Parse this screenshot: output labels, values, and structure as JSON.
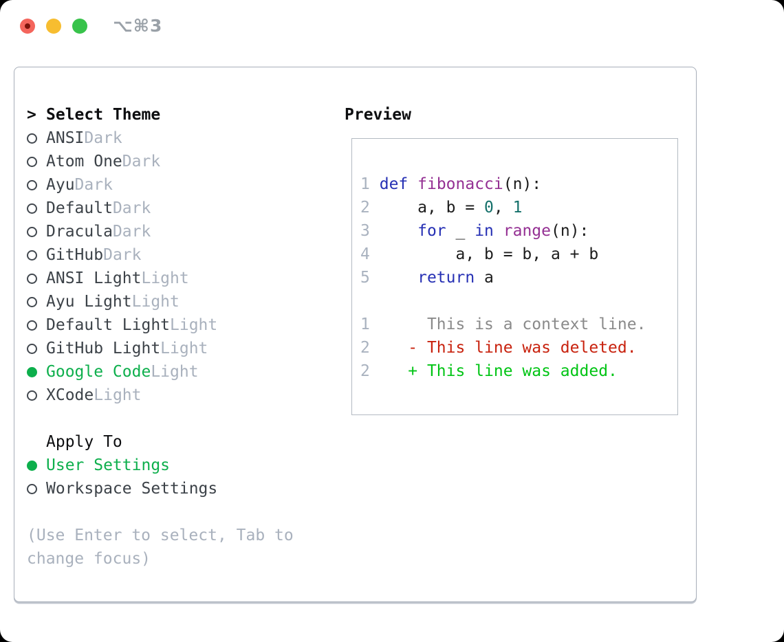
{
  "window": {
    "title": "⌥⌘3"
  },
  "theme_panel": {
    "header": {
      "prompt": ">",
      "label": "Select Theme"
    },
    "themes": [
      {
        "name": "ANSI",
        "variant": "Dark",
        "selected": false
      },
      {
        "name": "Atom One",
        "variant": "Dark",
        "selected": false
      },
      {
        "name": "Ayu",
        "variant": "Dark",
        "selected": false
      },
      {
        "name": "Default",
        "variant": "Dark",
        "selected": false
      },
      {
        "name": "Dracula",
        "variant": "Dark",
        "selected": false
      },
      {
        "name": "GitHub",
        "variant": "Dark",
        "selected": false
      },
      {
        "name": "ANSI Light",
        "variant": "Light",
        "selected": false
      },
      {
        "name": "Ayu Light",
        "variant": "Light",
        "selected": false
      },
      {
        "name": "Default Light",
        "variant": "Light",
        "selected": false
      },
      {
        "name": "GitHub Light",
        "variant": "Light",
        "selected": false
      },
      {
        "name": "Google Code",
        "variant": "Light",
        "selected": true
      },
      {
        "name": "XCode",
        "variant": "Light",
        "selected": false
      }
    ],
    "apply_to": {
      "label": "Apply To",
      "options": [
        {
          "label": "User Settings",
          "selected": true
        },
        {
          "label": "Workspace Settings",
          "selected": false
        }
      ]
    },
    "help_text": "(Use Enter to select, Tab to change focus)"
  },
  "preview": {
    "label": "Preview",
    "code_lines": [
      [
        [
          "ln",
          "1"
        ],
        [
          "pl",
          " "
        ],
        [
          "kw",
          "def"
        ],
        [
          "pl",
          " "
        ],
        [
          "fn",
          "fibonacci"
        ],
        [
          "pl",
          "(n):"
        ]
      ],
      [
        [
          "ln",
          "2"
        ],
        [
          "pl",
          "     a, b = "
        ],
        [
          "nm",
          "0"
        ],
        [
          "pl",
          ", "
        ],
        [
          "nm",
          "1"
        ]
      ],
      [
        [
          "ln",
          "3"
        ],
        [
          "pl",
          "     "
        ],
        [
          "kw",
          "for"
        ],
        [
          "pl",
          " _ "
        ],
        [
          "kw",
          "in"
        ],
        [
          "pl",
          " "
        ],
        [
          "fn",
          "range"
        ],
        [
          "pl",
          "(n):"
        ]
      ],
      [
        [
          "ln",
          "4"
        ],
        [
          "pl",
          "         a, b = b, a + b"
        ]
      ],
      [
        [
          "ln",
          "5"
        ],
        [
          "pl",
          "     "
        ],
        [
          "kw",
          "return"
        ],
        [
          "pl",
          " a"
        ]
      ]
    ],
    "diff_lines": [
      [
        [
          "ln",
          "1"
        ],
        [
          "pl",
          "      "
        ],
        [
          "ctx",
          "This is a context line."
        ]
      ],
      [
        [
          "ln",
          "2"
        ],
        [
          "pl",
          "    "
        ],
        [
          "del",
          "- This line was deleted."
        ]
      ],
      [
        [
          "ln",
          "2"
        ],
        [
          "pl",
          "    "
        ],
        [
          "add",
          "+ This line was added."
        ]
      ]
    ]
  },
  "colors": {
    "light-red": "#f4655c",
    "light-red-dot": "#7d130b",
    "light-yellow": "#f7bd30",
    "light-green": "#38c34b",
    "titlebar-text": "#9aa1a8",
    "panel-border": "#a7aeb9",
    "box-border": "#b3bac2",
    "heading-text": "#0d0e10",
    "item-text": "#3c4248",
    "muted-text": "#a9b1bd",
    "radio-ring": "#42484f",
    "ui-green": "#0daf4c",
    "line-number": "#a9b2bf",
    "code-text": "#1c1c1c",
    "code-keyword": "#2630b4",
    "code-function": "#943093",
    "code-number": "#14706a",
    "diff-context": "#8a8a8a",
    "diff-deleted": "#c8220e",
    "diff-added": "#00c414"
  }
}
